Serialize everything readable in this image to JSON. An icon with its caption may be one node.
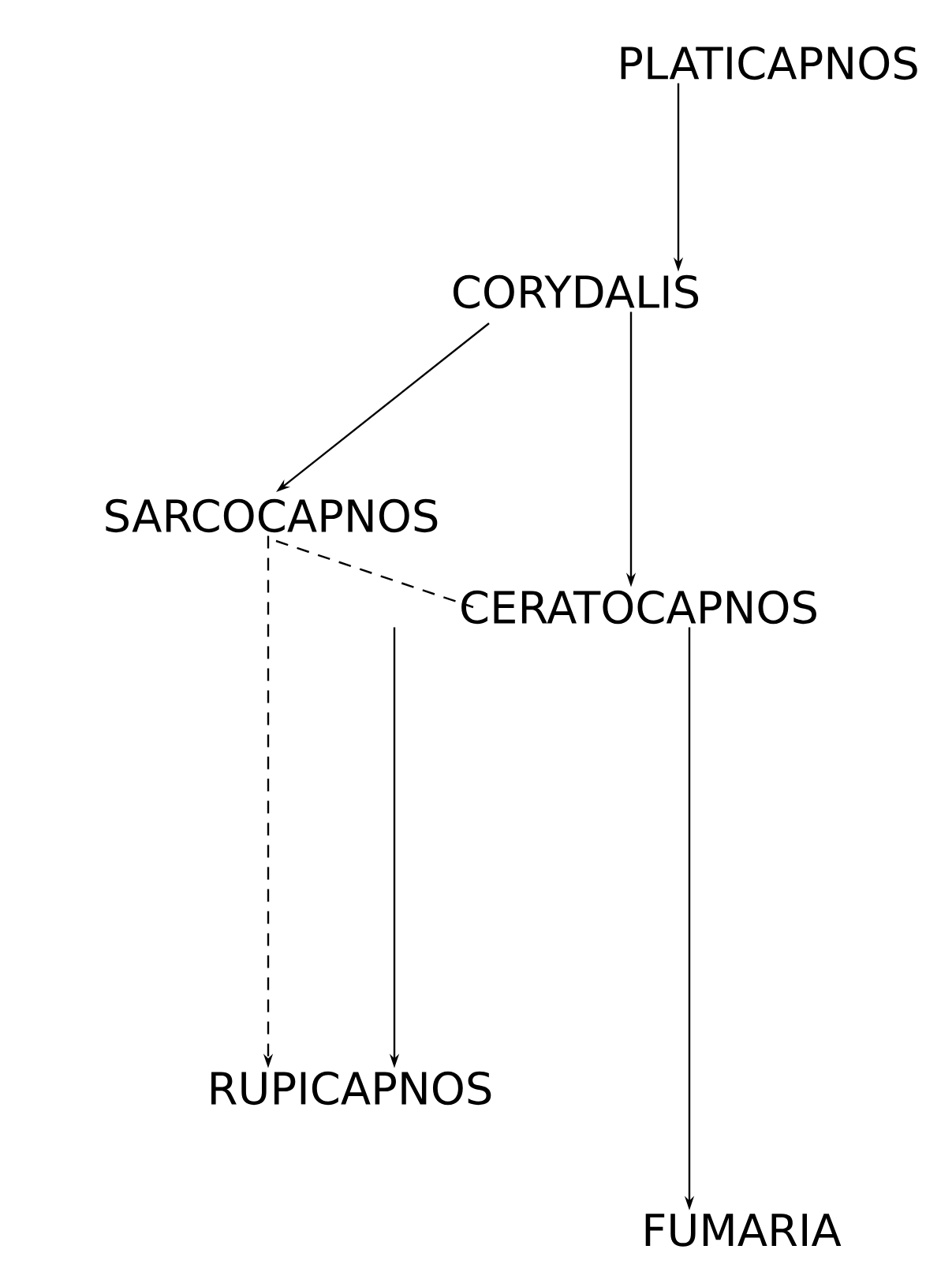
{
  "diagram": {
    "nodes": [
      {
        "text": [
          "PLATICAPNOS"
        ]
      },
      {
        "text": [
          "CORYDALIS"
        ]
      },
      {
        "text": [
          "SARCOCAPNOS"
        ]
      },
      {
        "text": [
          "CERATOCAPNOS"
        ]
      },
      {
        "text": [
          "RUPICAPNOS"
        ]
      },
      {
        "text": [
          "FUMARIA"
        ]
      }
    ],
    "edges": [
      {
        "from": 0,
        "to": 1,
        "arrow": "to"
      },
      {
        "from": 1,
        "to": 2,
        "arrow": "to"
      },
      {
        "from": 1,
        "to": 3,
        "arrow": "to"
      },
      {
        "from": 2,
        "to": 3,
        "arrow": "none",
        "style": "dashed"
      },
      {
        "from": 2,
        "to": 4,
        "arrow": "to",
        "style": "dashed"
      },
      {
        "from": 3,
        "to": 4,
        "arrow": "to"
      },
      {
        "from": 3,
        "to": 5,
        "arrow": "to"
      }
    ]
  }
}
